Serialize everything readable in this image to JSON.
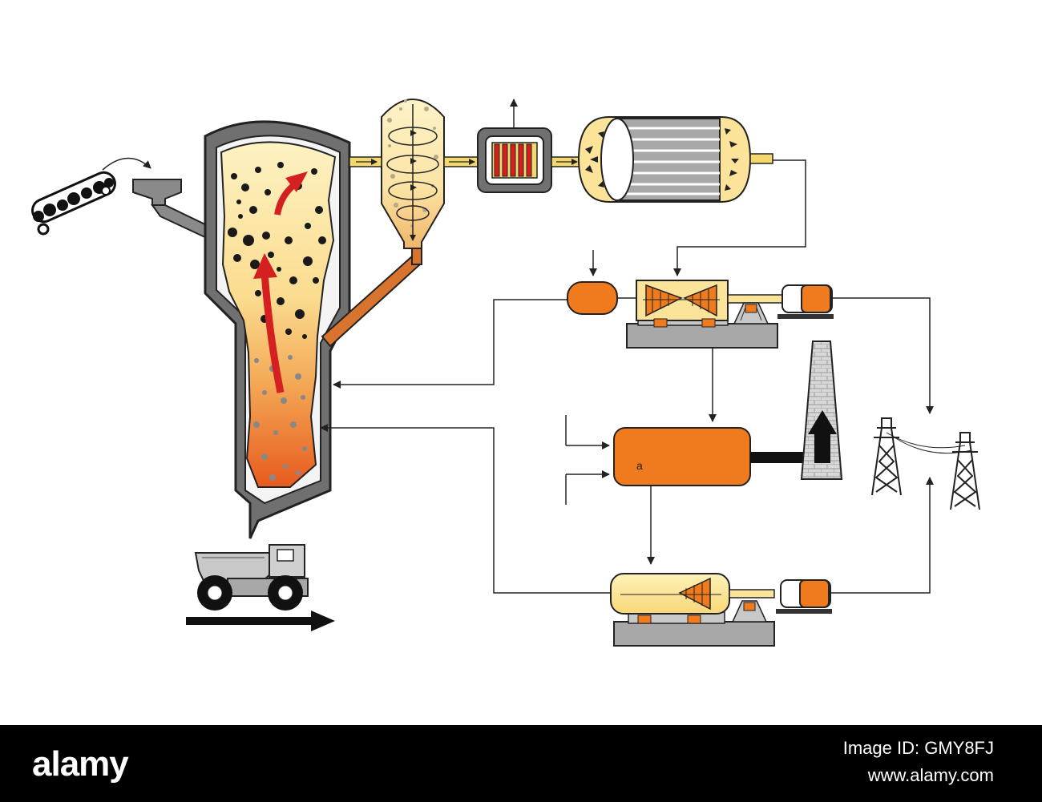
{
  "diagram": {
    "subject": "",
    "booster_label": "a"
  },
  "colors": {
    "outline": "#222222",
    "shell_gray": "#707070",
    "furnace_orange": "#ee6f22",
    "furnace_cream": "#fdf0c0",
    "flow_arrow_red": "#d42020",
    "pipe_yellow": "#f4d86e",
    "component_orange": "#f07a1e"
  },
  "watermark": {
    "brand": "alamy",
    "image_id": "Image ID: GMY8FJ",
    "url": "www.alamy.com"
  }
}
